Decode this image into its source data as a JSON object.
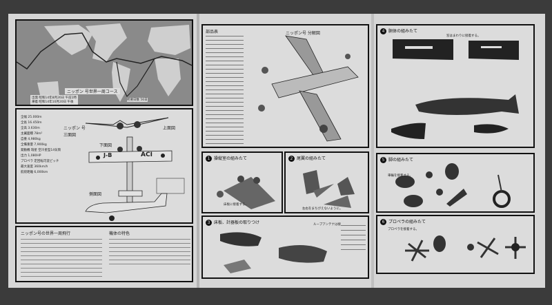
{
  "map_panel": {
    "route_title": "ニッポン 号世界一周コース",
    "info_lines": [
      "出発 昭和14年8月26日 午前1時",
      "帰着 昭和14年10月20日 午後",
      "所要日数 56日"
    ]
  },
  "three_view_panel": {
    "title_name": "ニッポン 号",
    "title_sub": "三面図",
    "view_top": "上面図",
    "view_bottom": "下面図",
    "view_side": "側面図",
    "reg_left": "J-B",
    "reg_right": "ACI",
    "spec_lines": [
      "全幅 25.000m",
      "全長 16.450m",
      "全高 3.630m",
      "主翼面積 78m²",
      "自重 4,980kg",
      "全備重量 7,900kg",
      "発動機 瑞星 空冷星型14気筒",
      "出力 1,080HP",
      "プロペラ 定回転可変ピッチ",
      "最大速度 360km/h",
      "航続距離 6,000km"
    ]
  },
  "history_panel": {
    "heading_left": "ニッポン号の世界一周飛行",
    "heading_right": "機体の特色"
  },
  "parts_panel": {
    "heading": "部品表",
    "diagram_label": "ニッポン号 分解図"
  },
  "steps": [
    {
      "number": "1",
      "title": "操縦室の組みたて",
      "note": "床板に接着する。"
    },
    {
      "number": "2",
      "title": "尾翼の組みたて",
      "note": "左右をまちがえないように。"
    },
    {
      "number": "3",
      "title": "床板、計器板の取りつけ",
      "note": "ループアンテナは接着"
    },
    {
      "number": "4",
      "title": "胴体の組みたて",
      "note": "窓はまわりに接着する。"
    },
    {
      "number": "5",
      "title": "脚の組みたて",
      "note": "車輪を接着する。"
    },
    {
      "number": "6",
      "title": "プロペラの組みたて",
      "note": "プロペラを接着する。"
    }
  ],
  "colors": {
    "background": "#3b3b3b",
    "paper": "#d6d6d6",
    "ink": "#111111"
  }
}
